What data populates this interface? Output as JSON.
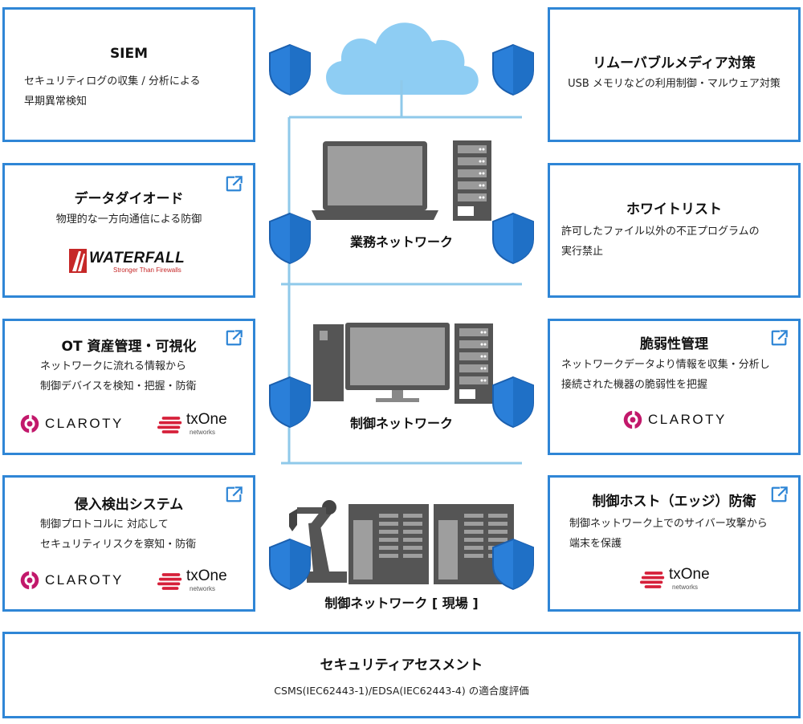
{
  "cards": {
    "siem": {
      "title": "SIEM",
      "desc": "セキュリティログの収集 / 分析による\n早期異常検知"
    },
    "diode": {
      "title": "データダイオード",
      "desc": "物理的な一方向通信による防御",
      "logo_main": "WATERFALL",
      "logo_sub": "Stronger Than Firewalls"
    },
    "ot": {
      "title": "OT 資産管理・可視化",
      "desc": "ネットワークに流れる情報から\n制御デバイスを検知・把握・防衛"
    },
    "ids": {
      "title": "侵入検出システム",
      "desc": "制御プロトコルに 対応して\nセキュリティリスクを察知・防衛"
    },
    "media": {
      "title": "リムーバブルメディア対策",
      "desc": "USB メモリなどの利用制御・マルウェア対策"
    },
    "whitelist": {
      "title": "ホワイトリスト",
      "desc": "許可したファイル以外の不正プログラムの\n実行禁止"
    },
    "vuln": {
      "title": "脆弱性管理",
      "desc": "ネットワークデータより情報を収集・分析し\n接続された機器の脆弱性を把握"
    },
    "host": {
      "title": "制御ホスト（エッジ）防衛",
      "desc": "制御ネットワーク上でのサイバー攻撃から\n端末を保護"
    },
    "assessment": {
      "title": "セキュリティアセスメント",
      "desc": "CSMS(IEC62443-1)/EDSA(IEC62443-4) の適合度評価"
    }
  },
  "logos": {
    "claroty": "CLAROTY",
    "txone_main": "txOne",
    "txone_sub": "networks"
  },
  "networks": {
    "business": "業務ネットワーク",
    "control": "制御ネットワーク",
    "field": "制御ネットワーク [ 現場 ]"
  },
  "colors": {
    "border": "#2f86d6",
    "line": "#8fc9ea",
    "shield": "#2a7fd9",
    "cloud": "#8ecdf3",
    "device": "#555555",
    "claroty": "#c2186b",
    "txone": "#d6203a",
    "waterfall": "#c62828"
  }
}
